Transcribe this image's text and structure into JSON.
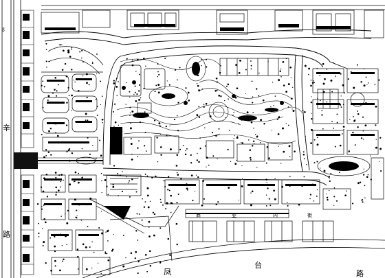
{
  "drawing": {
    "kind": "site-master-plan",
    "line_color": "#000000",
    "background_color": "#ffffff"
  },
  "labels": {
    "left_road_char_1": "辛",
    "left_road_char_2": "路",
    "bottom_road_char_1": "凤",
    "bottom_road_char_2": "台",
    "bottom_road_char_3": "路",
    "commercial_char_1": "商",
    "commercial_char_2": "业",
    "commercial_char_3": "内",
    "commercial_char_4": "街",
    "left_edge_char": "阝"
  }
}
